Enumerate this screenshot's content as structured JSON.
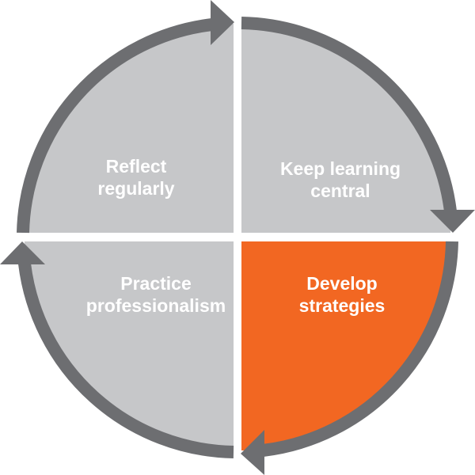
{
  "diagram": {
    "type": "cycle",
    "colors": {
      "quadrant_default": "#c6c7c9",
      "quadrant_highlight": "#f26722",
      "arrow": "#6d6e71",
      "text": "#ffffff",
      "background": "#ffffff"
    },
    "quadrants": [
      {
        "position": "top-left",
        "line1": "Reflect",
        "line2": "regularly",
        "highlighted": false
      },
      {
        "position": "top-right",
        "line1": "Keep learning",
        "line2": "central",
        "highlighted": false
      },
      {
        "position": "bottom-right",
        "line1": "Develop",
        "line2": "strategies",
        "highlighted": true
      },
      {
        "position": "bottom-left",
        "line1": "Practice",
        "line2": "professionalism",
        "highlighted": false
      }
    ],
    "arrows": [
      {
        "from": "top-left",
        "to": "top-right",
        "direction": "clockwise"
      },
      {
        "from": "top-right",
        "to": "bottom-right",
        "direction": "clockwise"
      },
      {
        "from": "bottom-right",
        "to": "bottom-left",
        "direction": "clockwise"
      },
      {
        "from": "bottom-left",
        "to": "top-left",
        "direction": "clockwise"
      }
    ]
  }
}
